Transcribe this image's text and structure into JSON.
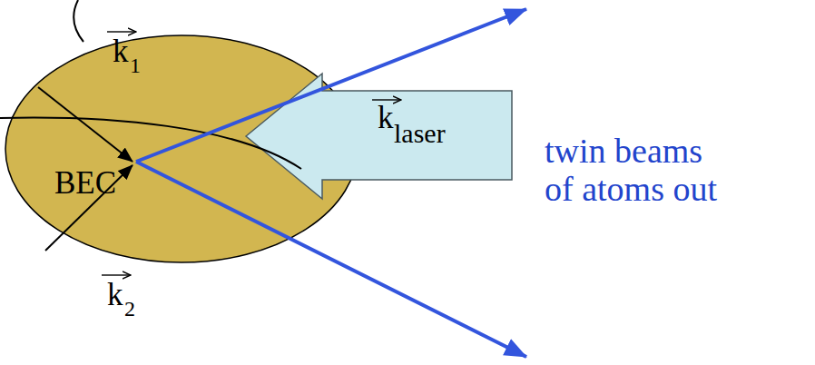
{
  "diagram": {
    "nodes": [
      {
        "text": [
          "BEC"
        ]
      },
      {
        "text": [
          "k",
          "laser"
        ]
      }
    ],
    "labels": [
      "k",
      "1",
      "k",
      "2",
      "twin beams of atoms out"
    ]
  }
}
